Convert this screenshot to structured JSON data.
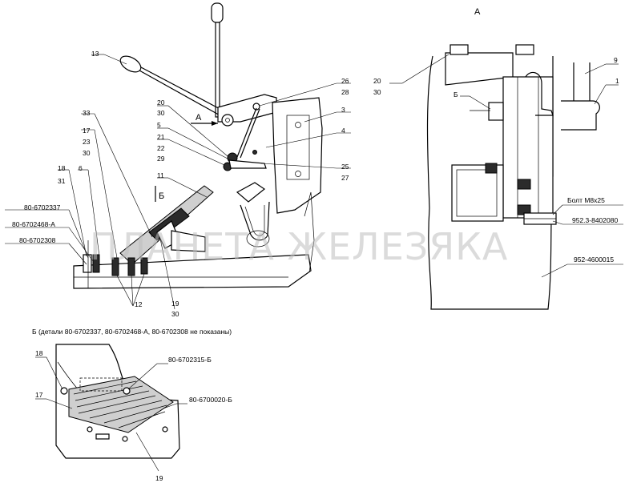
{
  "watermark": "ПЛАНЕТА ЖЕЛЕЗЯКА",
  "views": {
    "view_a": "А",
    "view_a_marker": "А",
    "view_b_marker": "Б",
    "view_b_title": "Б (детали 80-6702337, 80-6702468-А, 80-6702308 не показаны)"
  },
  "main_labels": {
    "p13": "13",
    "p33": "33",
    "p17": "17",
    "p23": "23",
    "p30a": "30",
    "p18": "18",
    "p31": "31",
    "p6": "6",
    "pn_337": "80-6702337",
    "pn_468": "80-6702468-А",
    "pn_308": "80-6702308",
    "p12": "12",
    "p19": "19",
    "p30b": "30",
    "p11": "11",
    "p20": "20",
    "p30c": "30",
    "p5": "5",
    "p21": "21",
    "p22": "22",
    "p29": "29",
    "p26": "26",
    "p28": "28",
    "p3": "3",
    "p4": "4",
    "p25": "25",
    "p27": "27"
  },
  "view_a_labels": {
    "p20": "20",
    "p30": "30",
    "b": "Б",
    "p9": "9",
    "p1": "1",
    "bolt": "Болт М8х25",
    "pn_952_3": "952.3-8402080",
    "pn_952": "952-4600015"
  },
  "view_b_labels": {
    "p18": "18",
    "pn_315": "80-6702315-Б",
    "p17": "17",
    "pn_020": "80-6700020-Б",
    "p19": "19"
  }
}
